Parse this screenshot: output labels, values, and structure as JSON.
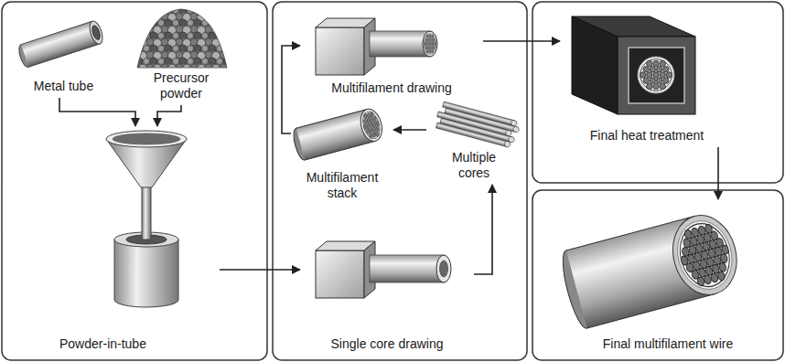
{
  "diagram": {
    "nodes": [
      {
        "text": [
          "Metal tube"
        ]
      },
      {
        "text": [
          "Precursor powder"
        ]
      },
      {
        "text": [
          "Powder-in-tube"
        ]
      },
      {
        "text": [
          "Multifilament drawing"
        ]
      },
      {
        "text": [
          "Multifilament stack"
        ]
      },
      {
        "text": [
          "Multiple cores"
        ]
      },
      {
        "text": [
          "Single core drawing"
        ]
      },
      {
        "text": [
          "Final heat treatment"
        ]
      },
      {
        "text": [
          "Final multifilament wire"
        ]
      }
    ],
    "edges": [
      {
        "from": 0,
        "to": 2,
        "arrow": "to"
      },
      {
        "from": 1,
        "to": 2,
        "arrow": "to"
      },
      {
        "from": 2,
        "to": 6,
        "arrow": "to"
      },
      {
        "from": 6,
        "to": 5,
        "arrow": "to"
      },
      {
        "from": 5,
        "to": 4,
        "arrow": "to"
      },
      {
        "from": 4,
        "to": 3,
        "arrow": "to"
      },
      {
        "from": 3,
        "to": 7,
        "arrow": "to"
      },
      {
        "from": 7,
        "to": 8,
        "arrow": "to"
      }
    ]
  }
}
